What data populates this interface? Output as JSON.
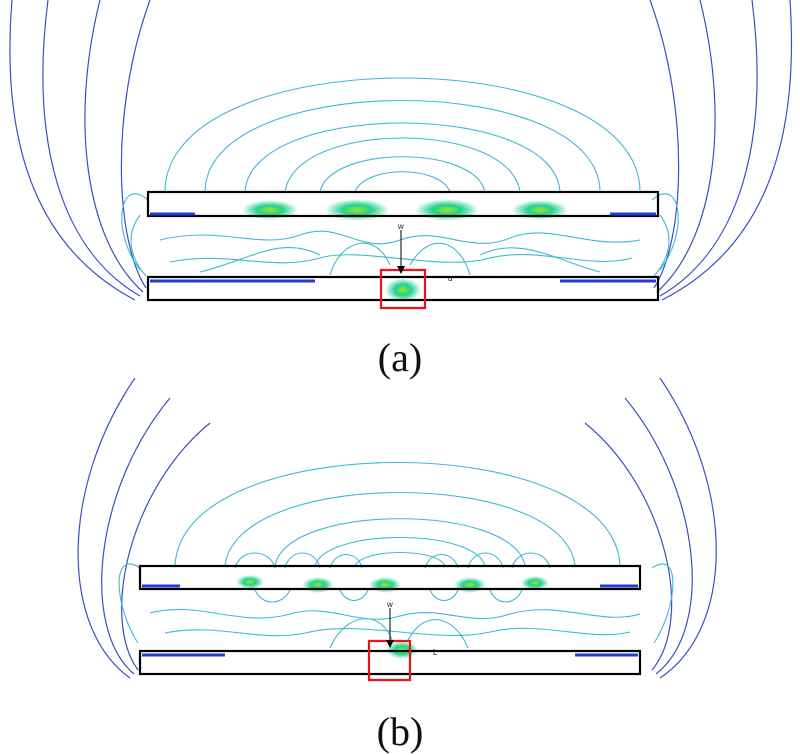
{
  "panels": [
    {
      "id": "a",
      "caption": "(a)",
      "w_label": "w",
      "l_label": "u",
      "colors": {
        "contour": "#3fb9d6",
        "outer": "#3a4fc6",
        "hot": "#23d18e",
        "core": "#9be62e",
        "plate": "#000000",
        "feed": "#e8131b"
      }
    },
    {
      "id": "b",
      "caption": "(b)",
      "w_label": "w",
      "l_label": "L",
      "colors": {
        "contour": "#3fb9d6",
        "outer": "#3a4fc6",
        "hot": "#23d18e",
        "core": "#9be62e",
        "plate": "#000000",
        "feed": "#e8131b"
      }
    }
  ]
}
